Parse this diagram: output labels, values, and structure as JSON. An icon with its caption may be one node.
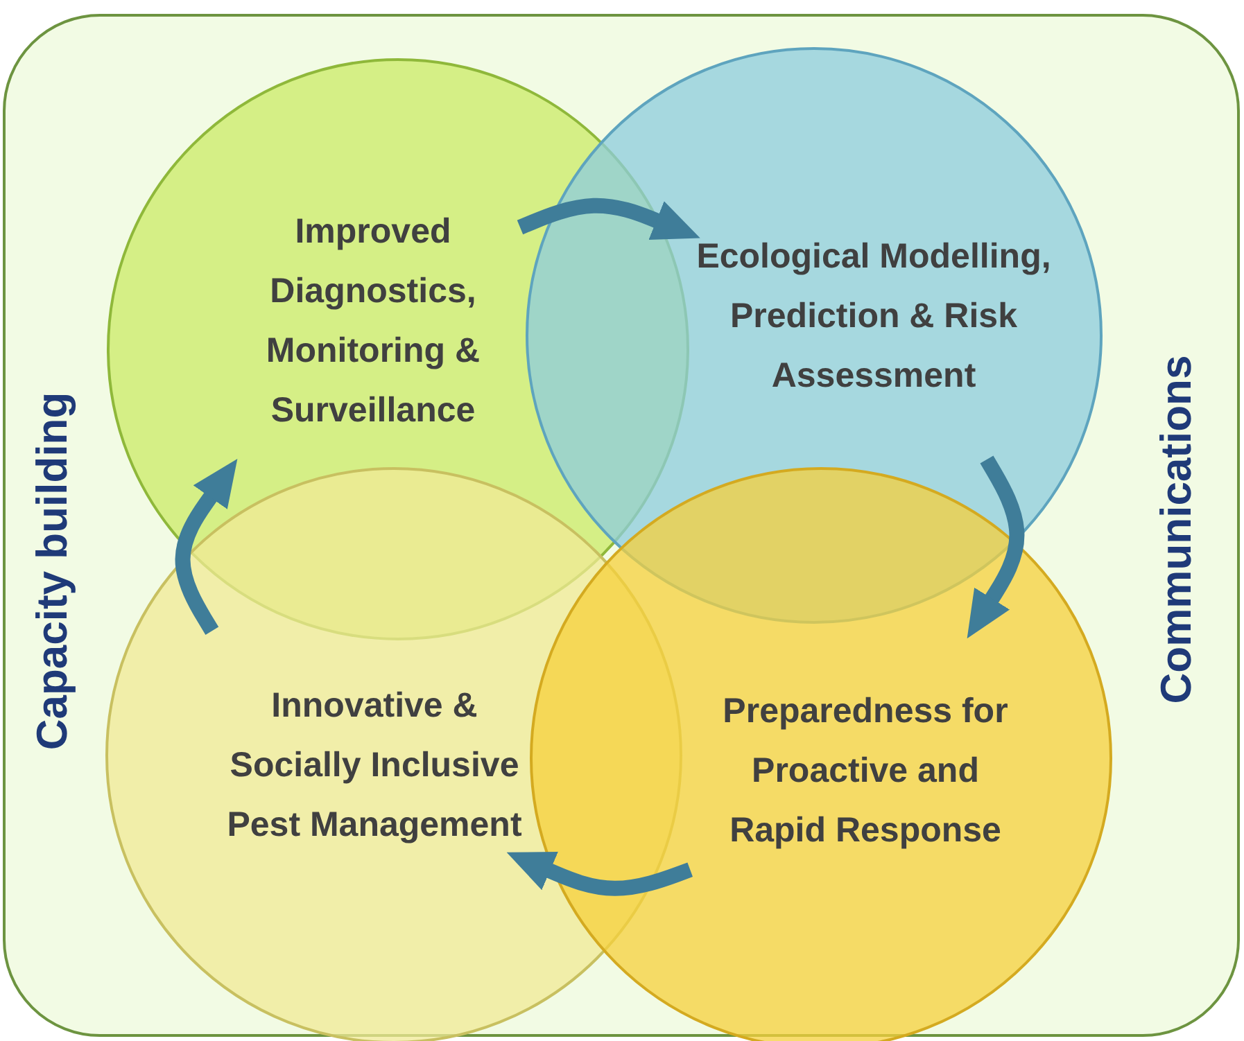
{
  "diagram": {
    "nodes": [
      {
        "text": [
          "Capacity building",
          "Communications"
        ]
      },
      {
        "text": [
          "Improved Diagnostics, Monitoring & Surveillance"
        ],
        "in": 0
      },
      {
        "text": [
          "Ecological Modelling, Prediction & Risk Assessment"
        ],
        "in": 0
      },
      {
        "text": [
          "Innovative & Socially Inclusive Pest Management"
        ],
        "in": 0
      },
      {
        "text": [
          "Preparedness for Proactive and Rapid Response"
        ],
        "in": 0
      }
    ],
    "edges": [
      {
        "from": 1,
        "to": 2,
        "arrow": "to"
      },
      {
        "from": 2,
        "to": 4,
        "arrow": "to"
      },
      {
        "from": 4,
        "to": 3,
        "arrow": "to"
      },
      {
        "from": 3,
        "to": 1,
        "arrow": "to"
      }
    ]
  }
}
